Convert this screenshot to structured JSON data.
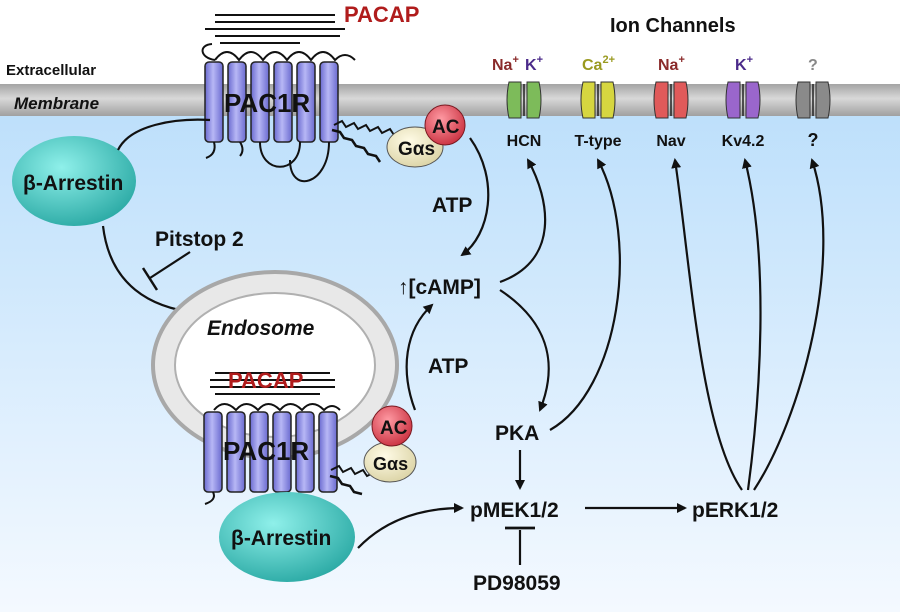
{
  "labels": {
    "pacap_top": "PACAP",
    "pacap_endo": "PACAP",
    "extracellular": "Extracellular",
    "membrane": "Membrane",
    "pac1r_top": "PAC1R",
    "pac1r_endo": "PAC1R",
    "barrestin_top": "β-Arrestin",
    "barrestin_bottom": "β-Arrestin",
    "pitstop": "Pitstop 2",
    "endosome": "Endosome",
    "ac_top": "AC",
    "ac_endo": "AC",
    "gas_top": "Gαs",
    "gas_endo": "Gαs",
    "atp_top": "ATP",
    "atp_bottom": "ATP",
    "camp": "↑[cAMP]",
    "pka": "PKA",
    "pmek": "pMEK1/2",
    "perk": "pERK1/2",
    "pd": "PD98059",
    "ion_channels_title": "Ion Channels"
  },
  "channels": [
    {
      "ion_main": "Na",
      "ion_sup": "+",
      "ion2_main": "K",
      "ion2_sup": "+",
      "name": "HCN",
      "color": "#7dbb5a",
      "ion_color": "#8a2a2a",
      "ion2_color": "#4b2a8a"
    },
    {
      "ion_main": "Ca",
      "ion_sup": "2+",
      "name": "T-type",
      "color": "#d6d640",
      "ion_color": "#9a9a20"
    },
    {
      "ion_main": "Na",
      "ion_sup": "+",
      "name": "Nav",
      "color": "#e05a5a",
      "ion_color": "#8a2a2a"
    },
    {
      "ion_main": "K",
      "ion_sup": "+",
      "name": "Kv4.2",
      "color": "#9a66cc",
      "ion_color": "#4b2a8a"
    },
    {
      "ion_main": "?",
      "ion_sup": "",
      "name": "?",
      "color": "#8a8a8a",
      "ion_color": "#888888"
    }
  ],
  "colors": {
    "pacap": "#b01c1c",
    "receptor": "#8f8fe6",
    "arrestin": "#3fc2bd",
    "ac": "#e04a5a",
    "gas": "#efe9c4",
    "membrane": "#b9b9b9",
    "cytoplasm_top": "#bfe0fb",
    "cytoplasm_bottom": "#f2f8ff"
  }
}
